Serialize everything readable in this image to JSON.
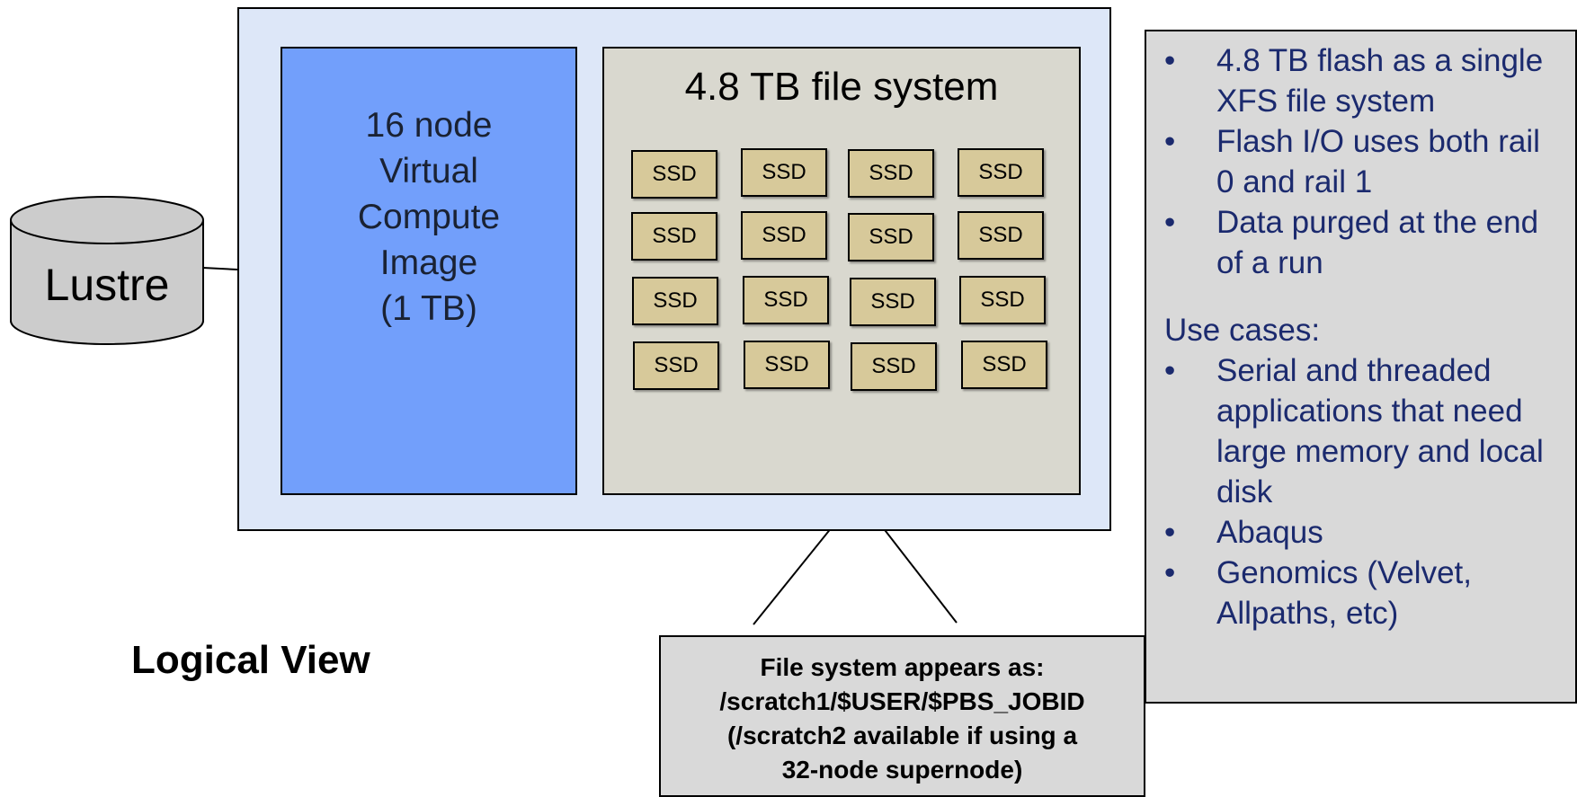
{
  "lustre_label": "Lustre",
  "vci_text": "16 node\nVirtual\nCompute\nImage\n(1 TB)",
  "fs_title": "4.8 TB file system",
  "ssd_label": "SSD",
  "features": [
    "4.8 TB flash as a single XFS file system",
    "Flash I/O uses both rail 0 and rail 1",
    "Data purged at the end of a run"
  ],
  "use_cases_heading": "Use cases:",
  "use_cases": [
    "Serial and threaded applications that need large memory and local disk",
    "Abaqus",
    "Genomics (Velvet, Allpaths, etc)"
  ],
  "bullet_glyph": "•",
  "logical_view": "Logical View",
  "callout_lines": [
    "File system  appears as:",
    "/scratch1/$USER/$PBS_JOBID",
    "(/scratch2  available if using a",
    "32-node supernode)"
  ],
  "colors": {
    "outer_bg": "#dde7f8",
    "vci_bg": "#729ffb",
    "fs_bg": "#d9d8cf",
    "ssd_bg": "#d7c99a",
    "panel_bg": "#d9d9d9",
    "bullet_text": "#1b2a6e",
    "lustre_fill": "#cccccc"
  }
}
